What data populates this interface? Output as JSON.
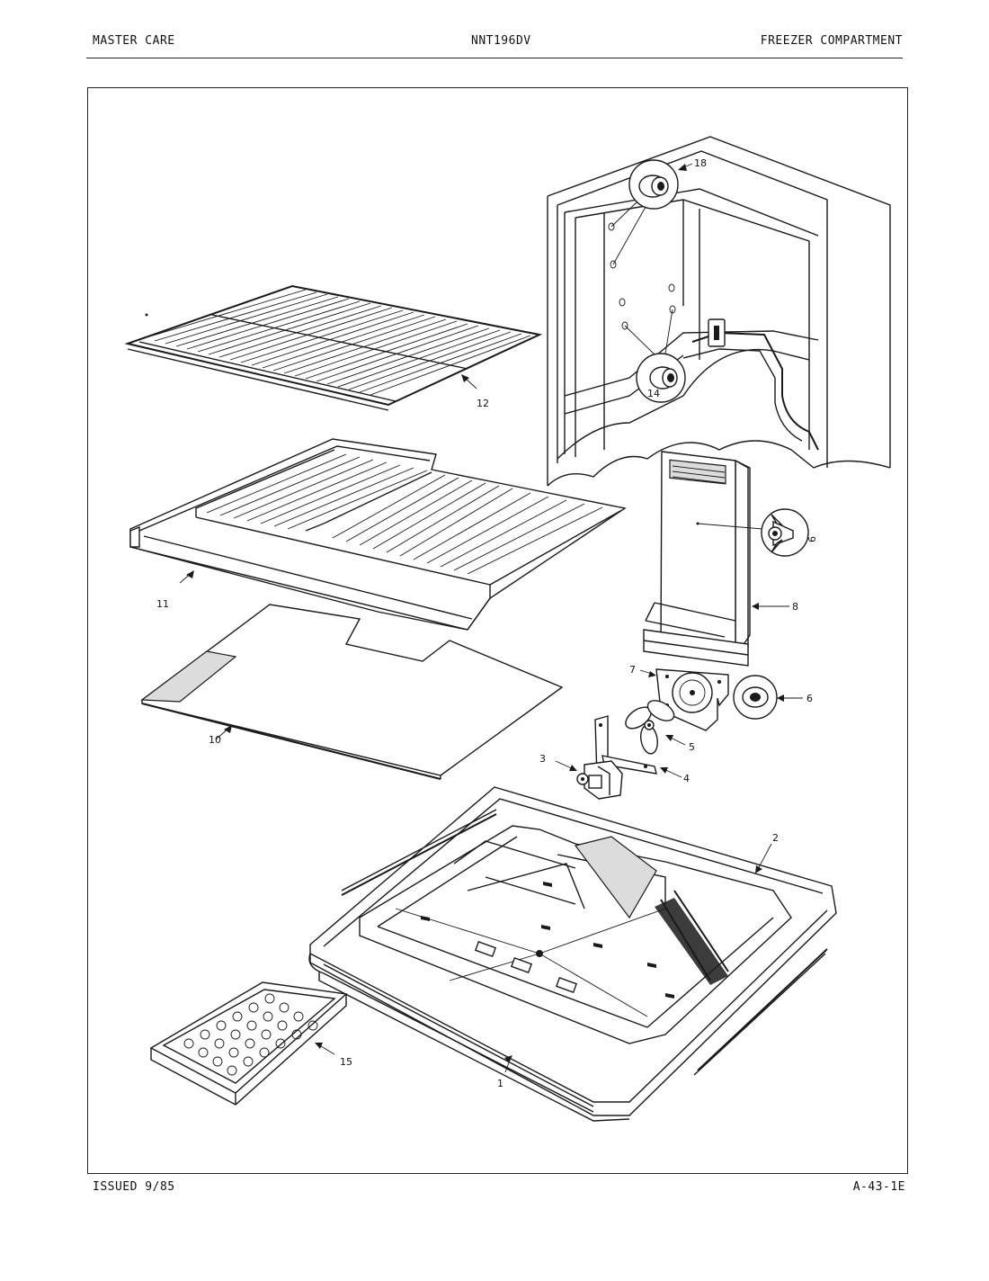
{
  "header": {
    "left": "MASTER CARE",
    "center": "NNT196DV",
    "right": "FREEZER COMPARTMENT"
  },
  "footer": {
    "left": "ISSUED 9/85",
    "right": "A-43-1E"
  },
  "callouts": {
    "c1": "1",
    "c2": "2",
    "c3": "3",
    "c4": "4",
    "c5": "5",
    "c6": "6",
    "c7": "7",
    "c8": "8",
    "c9": "9",
    "c10": "10",
    "c11": "11",
    "c12": "12",
    "c14": "14",
    "c15": "15",
    "c18": "18"
  },
  "colors": {
    "ink": "#1a1a1a",
    "paper": "#ffffff"
  }
}
